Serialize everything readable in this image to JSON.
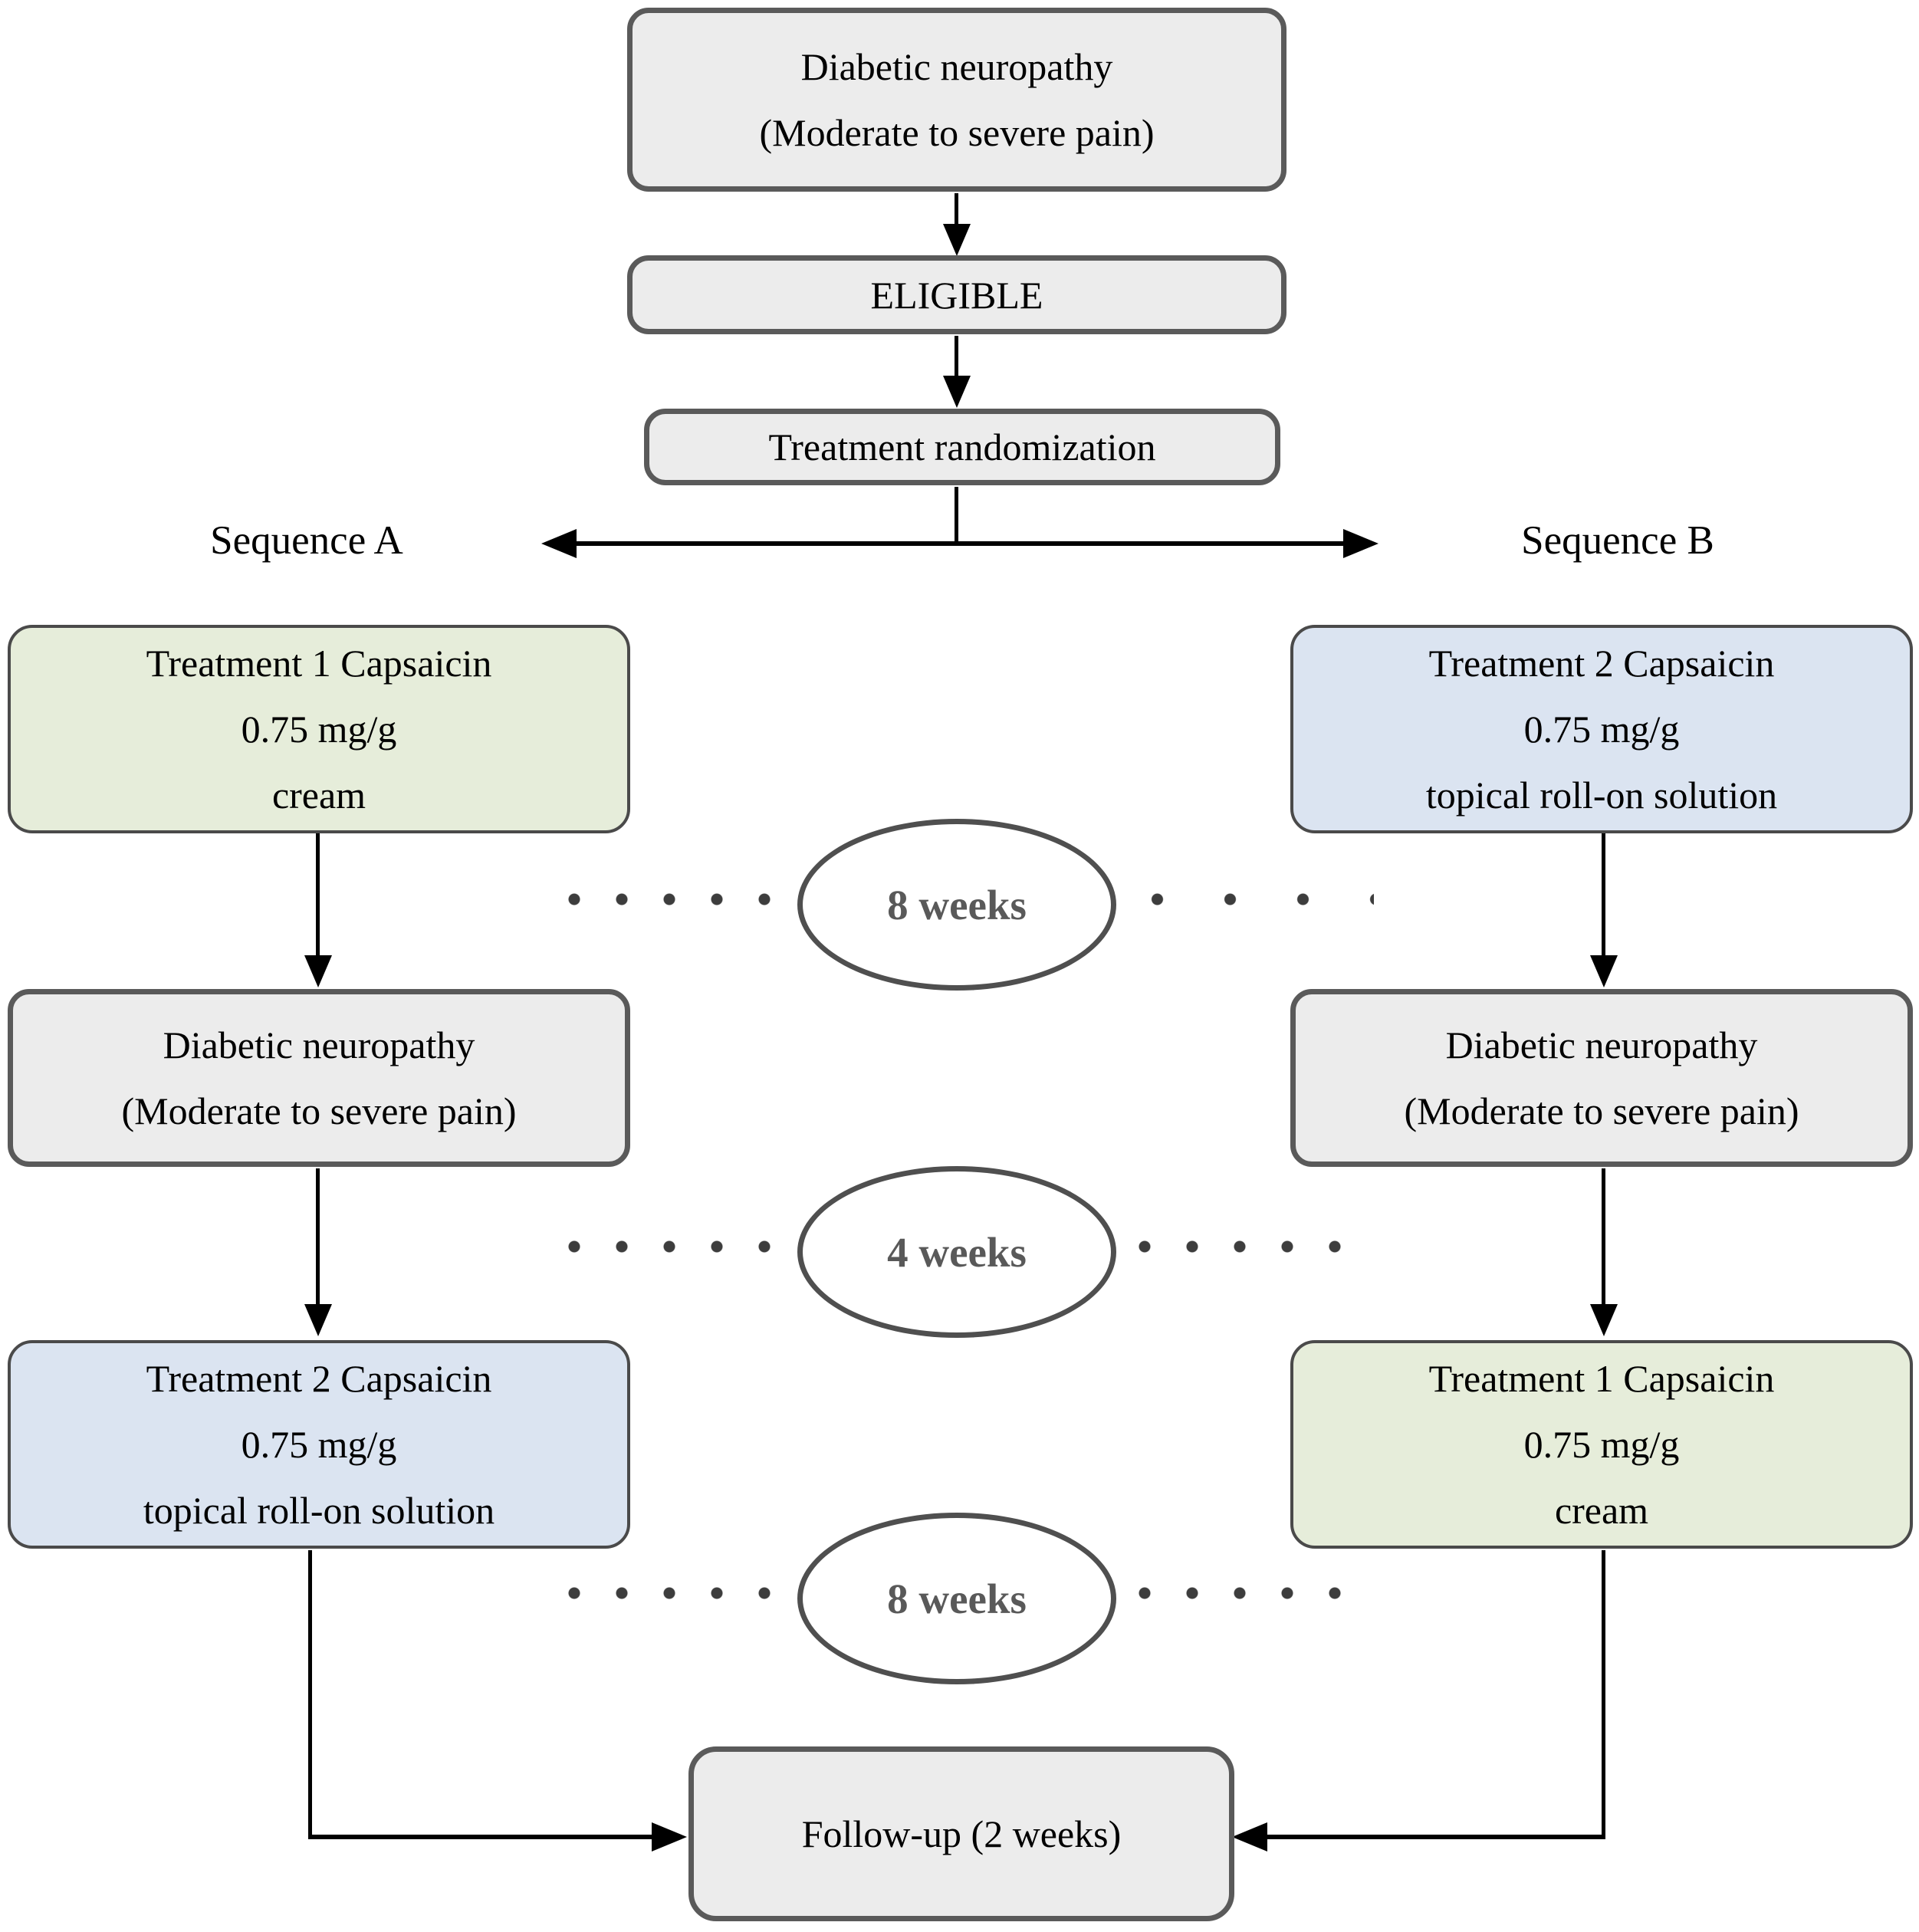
{
  "diagram": {
    "top": {
      "screening": [
        "Diabetic neuropathy",
        "(Moderate to severe pain)"
      ],
      "eligible": "ELIGIBLE",
      "randomization": "Treatment randomization"
    },
    "sequence_labels": {
      "a": "Sequence A",
      "b": "Sequence B"
    },
    "sequence_a": {
      "step1": [
        "Treatment 1 Capsaicin",
        "0.75 mg/g",
        "cream"
      ],
      "step2": [
        "Diabetic neuropathy",
        "(Moderate to severe pain)"
      ],
      "step3": [
        "Treatment 2 Capsaicin",
        "0.75 mg/g",
        "topical roll-on solution"
      ]
    },
    "sequence_b": {
      "step1": [
        "Treatment 2 Capsaicin",
        "0.75 mg/g",
        "topical roll-on solution"
      ],
      "step2": [
        "Diabetic neuropathy",
        "(Moderate to severe pain)"
      ],
      "step3": [
        "Treatment 1 Capsaicin",
        "0.75 mg/g",
        "cream"
      ]
    },
    "durations": [
      "8 weeks",
      "4 weeks",
      "8 weeks"
    ],
    "followup": "Follow-up (2 weeks)",
    "colors": {
      "gray_fill": "#ececec",
      "gray_border": "#5a5a5a",
      "green_fill": "#e6edda",
      "blue_fill": "#dbe4f1",
      "treatment_border": "#4a4a4a",
      "ellipse_border": "#4f4f4f",
      "duration_text": "#595959",
      "arrow": "#000000"
    }
  }
}
